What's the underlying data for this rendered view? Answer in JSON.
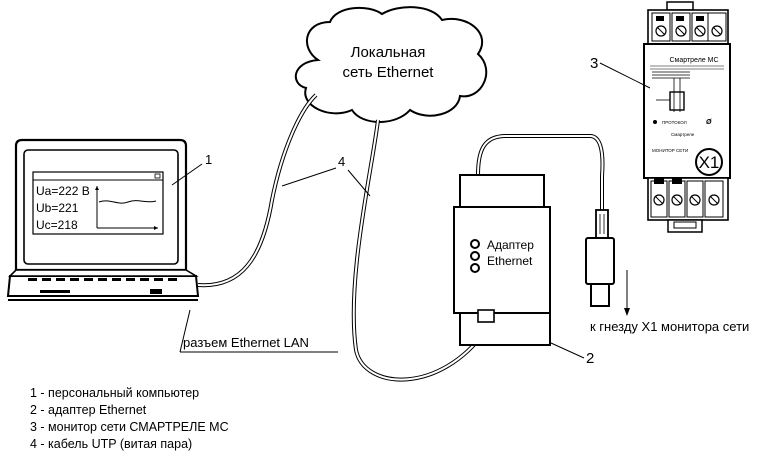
{
  "cloud": {
    "line1": "Локальная",
    "line2": "сеть Ethernet"
  },
  "laptop": {
    "number": "1",
    "readings": [
      "Ua=222 В",
      "Ub=221",
      "Uc=218"
    ]
  },
  "cable": {
    "number": "4"
  },
  "lan_connector": {
    "label": "разъем Ethernet LAN"
  },
  "adapter": {
    "line1": "Адаптер",
    "line2": "Ethernet",
    "number": "2"
  },
  "plug": {
    "label": "к гнезду X1 монитора сети"
  },
  "monitor": {
    "number": "3",
    "title": "Смартреле МС",
    "port_label": "X1",
    "small_text": "Смартреле",
    "tiny_text": "ПРОТОКОЛ",
    "bottom_text": "МОНИТОР СЕТИ"
  },
  "legend": [
    "1 - персональный компьютер",
    "2 - адаптер Ethernet",
    "3 - монитор сети СМАРТРЕЛЕ МС",
    "4 - кабель UTP (витая пара)"
  ]
}
